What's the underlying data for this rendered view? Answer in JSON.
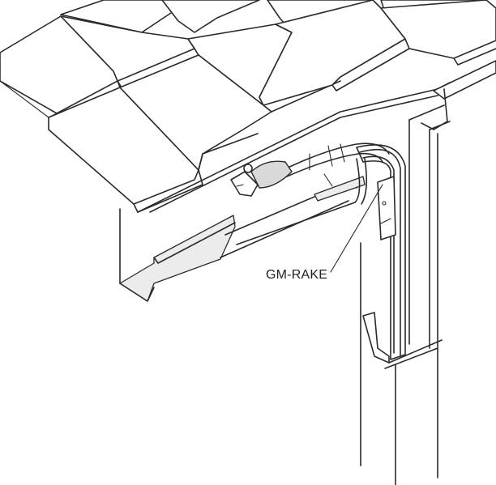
{
  "diagram": {
    "callout_label": "GM-RAKE",
    "colors": {
      "line": "#2a2a2a",
      "shade": "#d9d9d9",
      "background": "#ffffff"
    },
    "icons": [
      "roof-tiles",
      "gutter",
      "rake-bracket",
      "cable",
      "connector-plug",
      "wall-corner"
    ]
  }
}
